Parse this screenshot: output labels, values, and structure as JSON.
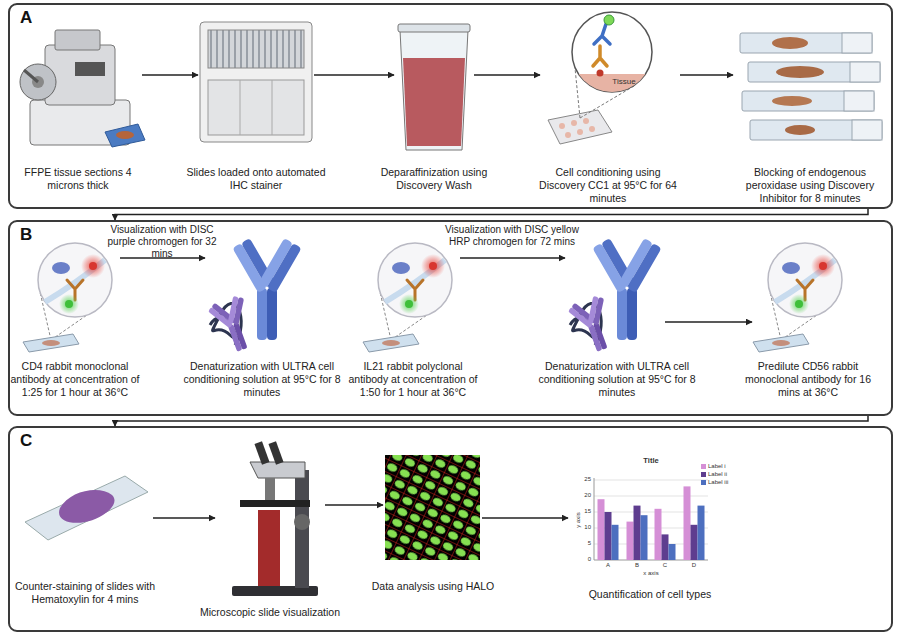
{
  "diagram": {
    "nodes": [
      {
        "text": [
          "A"
        ]
      },
      {
        "text": [
          "FFPE tissue sections 4 microns thick"
        ],
        "in": 0
      },
      {
        "text": [
          "Slides loaded onto automated IHC stainer"
        ],
        "in": 0
      },
      {
        "text": [
          "Deparaffinization using Discovery Wash"
        ],
        "in": 0
      },
      {
        "text": [
          "Cell conditioning using Discovery CC1 at 95°C for 64 minutes"
        ],
        "in": 0
      },
      {
        "text": [
          "Blocking of endogenous peroxidase using Discovery Inhibitor for 8 minutes"
        ],
        "in": 0
      },
      {
        "text": [
          "B"
        ]
      },
      {
        "text": [
          "CD4 rabbit monoclonal antibody at concentration of 1:25 for 1 hour at 36°C"
        ],
        "in": 6
      },
      {
        "text": [
          "Denaturization with ULTRA cell conditioning solution at 95°C for 8 minutes"
        ],
        "in": 6
      },
      {
        "text": [
          "IL21 rabbit polyclonal antibody at concentration of 1:50 for 1 hour at 36°C"
        ],
        "in": 6
      },
      {
        "text": [
          "Denaturization with ULTRA cell conditioning solution at 95°C for 8 minutes"
        ],
        "in": 6
      },
      {
        "text": [
          "Predilute CD56 rabbit monoclonal antibody for 16 mins at 36°C"
        ],
        "in": 6
      },
      {
        "text": [
          "C"
        ]
      },
      {
        "text": [
          "Counter-staining of slides with Hematoxylin for 4 mins"
        ],
        "in": 12
      },
      {
        "text": [
          "Microscopic slide visualization"
        ],
        "in": 12
      },
      {
        "text": [
          "Data analysis using HALO"
        ],
        "in": 12
      },
      {
        "text": [
          "Quantification of cell types"
        ],
        "in": 12
      }
    ],
    "edges": [
      {
        "from": 1,
        "to": 2,
        "arrow": "to"
      },
      {
        "from": 2,
        "to": 3,
        "arrow": "to"
      },
      {
        "from": 3,
        "to": 4,
        "arrow": "to"
      },
      {
        "from": 4,
        "to": 5,
        "arrow": "to"
      },
      {
        "from": 0,
        "to": 6,
        "arrow": "to"
      },
      {
        "from": 7,
        "to": 8,
        "label": "Visualization with DISC purple chromogen for 32 mins",
        "arrow": "to"
      },
      {
        "from": 9,
        "to": 10,
        "label": "Visualization with DISC yellow HRP chromogen for 72 mins",
        "arrow": "to"
      },
      {
        "from": 10,
        "to": 11,
        "arrow": "to"
      },
      {
        "from": 6,
        "to": 12,
        "arrow": "to"
      },
      {
        "from": 13,
        "to": 14,
        "arrow": "to"
      },
      {
        "from": 14,
        "to": 15,
        "arrow": "to"
      },
      {
        "from": 15,
        "to": 16,
        "arrow": "to"
      }
    ],
    "labels": [
      "Tissue",
      "Title",
      "25",
      "20",
      "15",
      "10",
      "5",
      "0",
      "A",
      "B",
      "C",
      "D",
      "x axis",
      "y axis"
    ],
    "legend": [
      {
        "text": "Label i",
        "color": "#d58fd6"
      },
      {
        "text": "Label ii",
        "color": "#5e3d8f"
      },
      {
        "text": "Label iii",
        "color": "#4d6fbf"
      }
    ]
  }
}
